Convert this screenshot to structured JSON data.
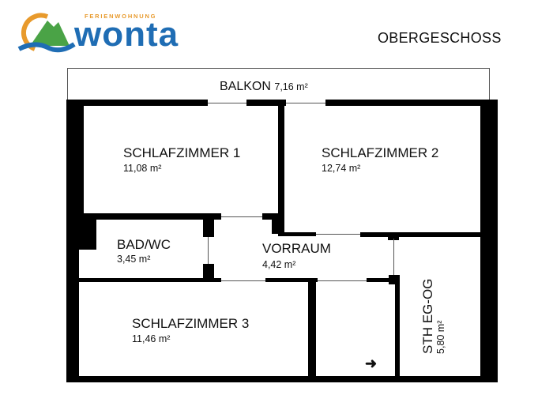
{
  "logo": {
    "subtitle": "FERIENWOHNUNG",
    "name": "wonta",
    "colors": {
      "sun": "#e89a2c",
      "mountain": "#4aa346",
      "water": "#1f6db4",
      "text": "#1f6db4"
    }
  },
  "floor_title": "OBERGESCHOSS",
  "rooms": {
    "balkon": {
      "name": "BALKON",
      "area": "7,16 m²"
    },
    "schlafzimmer1": {
      "name": "SCHLAFZIMMER 1",
      "area": "11,08 m²"
    },
    "schlafzimmer2": {
      "name": "SCHLAFZIMMER 2",
      "area": "12,74 m²"
    },
    "bad": {
      "name": "BAD/WC",
      "area": "3,45 m²"
    },
    "vorraum": {
      "name": "VORRAUM",
      "area": "4,42 m²"
    },
    "schlafzimmer3": {
      "name": "SCHLAFZIMMER 3",
      "area": "11,46 m²"
    },
    "stiege": {
      "name": "STH EG-OG",
      "area": "5,80 m²"
    }
  },
  "icons": {
    "direction_arrow": "➜"
  }
}
